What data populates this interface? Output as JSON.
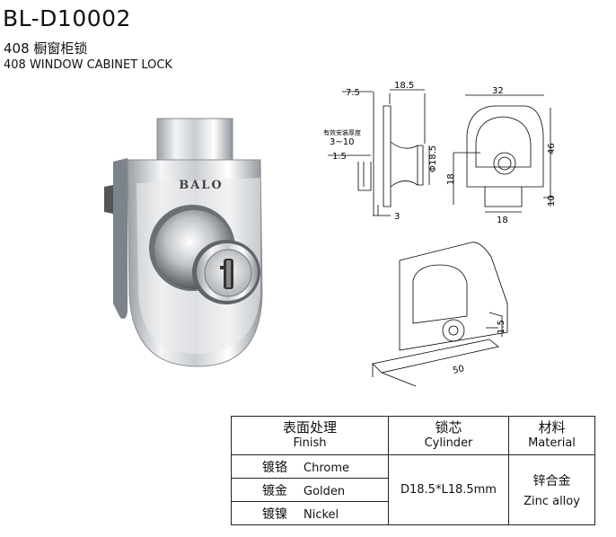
{
  "header": {
    "model": "BL-D10002",
    "name_cn": "408 橱窗柜锁",
    "name_en": "408 WINDOW CABINET LOCK"
  },
  "photo": {
    "brand": "BALO"
  },
  "drawing": {
    "dims": {
      "d1": "7.5",
      "d2": "18.5",
      "d3": "32",
      "install_label": "有效安装厚度",
      "install_range": "3~10",
      "d4": "1.5",
      "d5": "Φ18.5",
      "d6": "18",
      "d7": "3",
      "d8": "18",
      "d9": "46",
      "d10": "10",
      "d11": "1.5",
      "d12": "50"
    }
  },
  "spec_table": {
    "headers": [
      {
        "cn": "表面处理",
        "en": "Finish"
      },
      {
        "cn": "锁芯",
        "en": "Cylinder"
      },
      {
        "cn": "材料",
        "en": "Material"
      }
    ],
    "finishes": [
      {
        "cn": "镀铬",
        "en": "Chrome"
      },
      {
        "cn": "镀金",
        "en": "Golden"
      },
      {
        "cn": "镀镍",
        "en": "Nickel"
      }
    ],
    "cylinder": "D18.5*L18.5mm",
    "material": {
      "cn": "锌合金",
      "en": "Zinc alloy"
    }
  }
}
